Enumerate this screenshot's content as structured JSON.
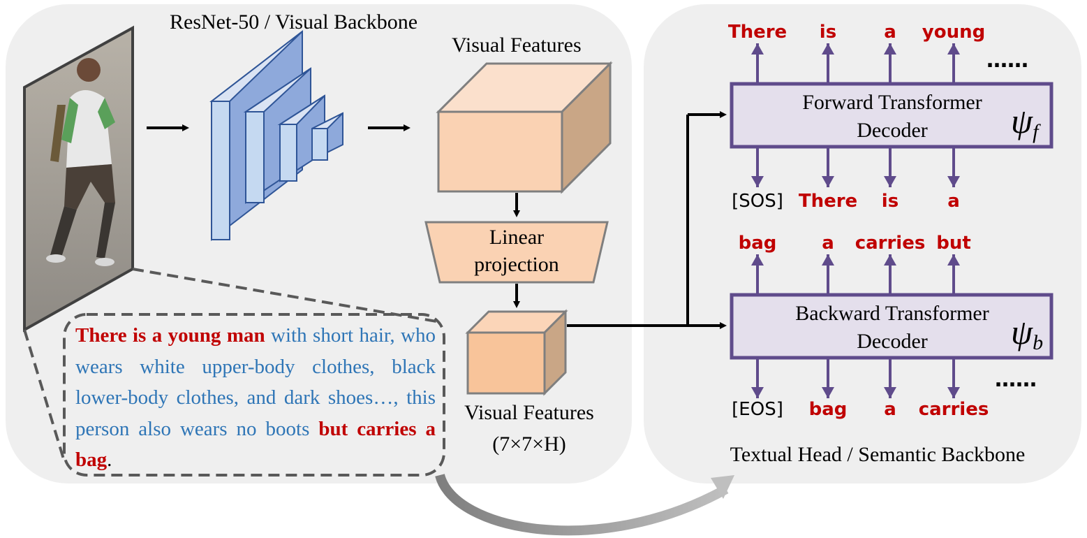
{
  "visual_panel": {
    "backbone_title": "ResNet-50 / Visual Backbone",
    "features_title": "Visual Features",
    "linear_line1": "Linear",
    "linear_line2": "projection",
    "small_features_title": "Visual Features",
    "small_features_dims": "(7×7×H)"
  },
  "caption": {
    "part1_highlight": "There is a young man",
    "part2": " with short hair, who wears white upper-body clothes, black lower-body clothes, and dark shoes…, this person also wears no boots ",
    "part3_highlight": "but carries a bag",
    "part4": "."
  },
  "textual_panel": {
    "title": "Textual Head / Semantic Backbone",
    "forward_decoder": {
      "line1": "Forward Transformer",
      "line2": "Decoder",
      "symbol": "ψ",
      "subscript": "f"
    },
    "backward_decoder": {
      "line1": "Backward Transformer",
      "line2": "Decoder",
      "symbol": "ψ",
      "subscript": "b"
    },
    "forward_outputs": [
      "There",
      "is",
      "a",
      "young"
    ],
    "forward_inputs": [
      "[SOS]",
      "There",
      "is",
      "a"
    ],
    "backward_outputs": [
      "bag",
      "a",
      "carries",
      "but"
    ],
    "backward_inputs": [
      "[EOS]",
      "bag",
      "a",
      "carries"
    ],
    "ellipsis": "……"
  },
  "colors": {
    "panel_bg": "#EFEFEF",
    "token_red": "#C00000",
    "caption_blue": "#2E75B6",
    "decoder_fill": "#E4DFEC",
    "decoder_border": "#5F4B8B",
    "cnn_fill": "#C5D9F1",
    "feature_fill": "#FAD2B3"
  }
}
